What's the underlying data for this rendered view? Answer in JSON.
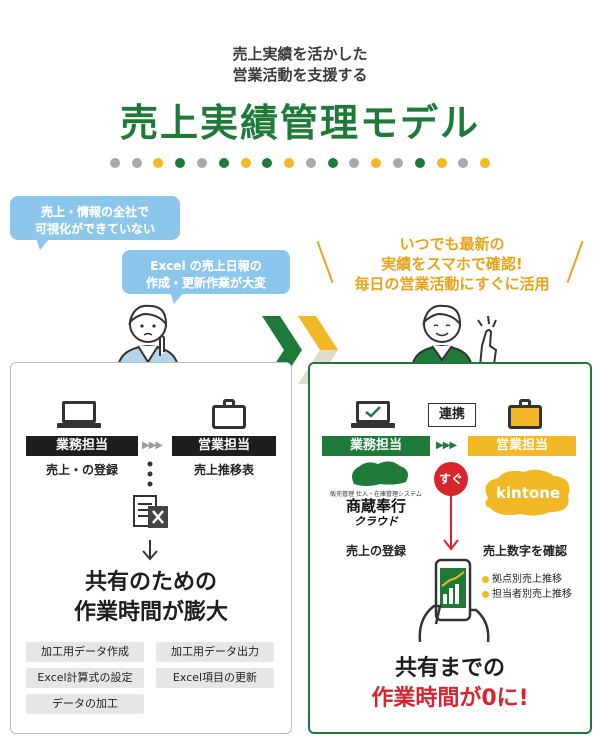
{
  "header": {
    "subtitle_line1": "売上実績を活かした",
    "subtitle_line2": "営業活動を支援する",
    "title": "売上実績管理モデル",
    "dot_colors": [
      "#a9a9a9",
      "#a9a9a9",
      "#f2b826",
      "#1f7a3a",
      "#a9a9a9",
      "#1f7a3a",
      "#f2b826",
      "#1f7a3a",
      "#f2b826",
      "#a9a9a9",
      "#1f7a3a",
      "#a9a9a9",
      "#f2b826",
      "#a9a9a9",
      "#1f7a3a",
      "#f2b826",
      "#a9a9a9",
      "#f2b826"
    ]
  },
  "problems": {
    "bubble1_line1": "売上・情報の全社で",
    "bubble1_line2": "可視化ができていない",
    "bubble2_line1": "Excel の売上日報の",
    "bubble2_line2": "作成・更新作業が大変"
  },
  "solution_claim": {
    "line1": "いつでも最新の",
    "line2": "実績をスマホで確認!",
    "line3": "毎日の営業活動にすぐに活用"
  },
  "left_panel": {
    "role1": "業務担当",
    "role2": "営業担当",
    "task1": "売上・の登録",
    "task2": "売上推移表",
    "result_line1": "共有のための",
    "result_line2": "作業時間が膨大",
    "tasks": [
      "加工用データ作成",
      "加工用データ出力",
      "Excel計算式の設定",
      "Excel項目の更新",
      "データの加工"
    ]
  },
  "right_panel": {
    "link_label": "連携",
    "role1": "業務担当",
    "role2": "営業担当",
    "logo_caption": "販売管理 仕入・在庫管理システム",
    "logo_name_line1": "商蔵奉行",
    "logo_name_line2": "クラウド",
    "instant_badge": "すぐ",
    "kintone": "kintone",
    "task1": "売上の登録",
    "task2": "売上数字を確認",
    "bullet1": "拠点別売上推移",
    "bullet2": "担当者別売上推移",
    "result_line1": "共有までの",
    "result_line2": "作業時間が0に!"
  },
  "colors": {
    "green": "#1f7a3a",
    "yellow": "#f2b826",
    "red": "#d9232d",
    "blue_bubble": "#8cc7eb"
  }
}
